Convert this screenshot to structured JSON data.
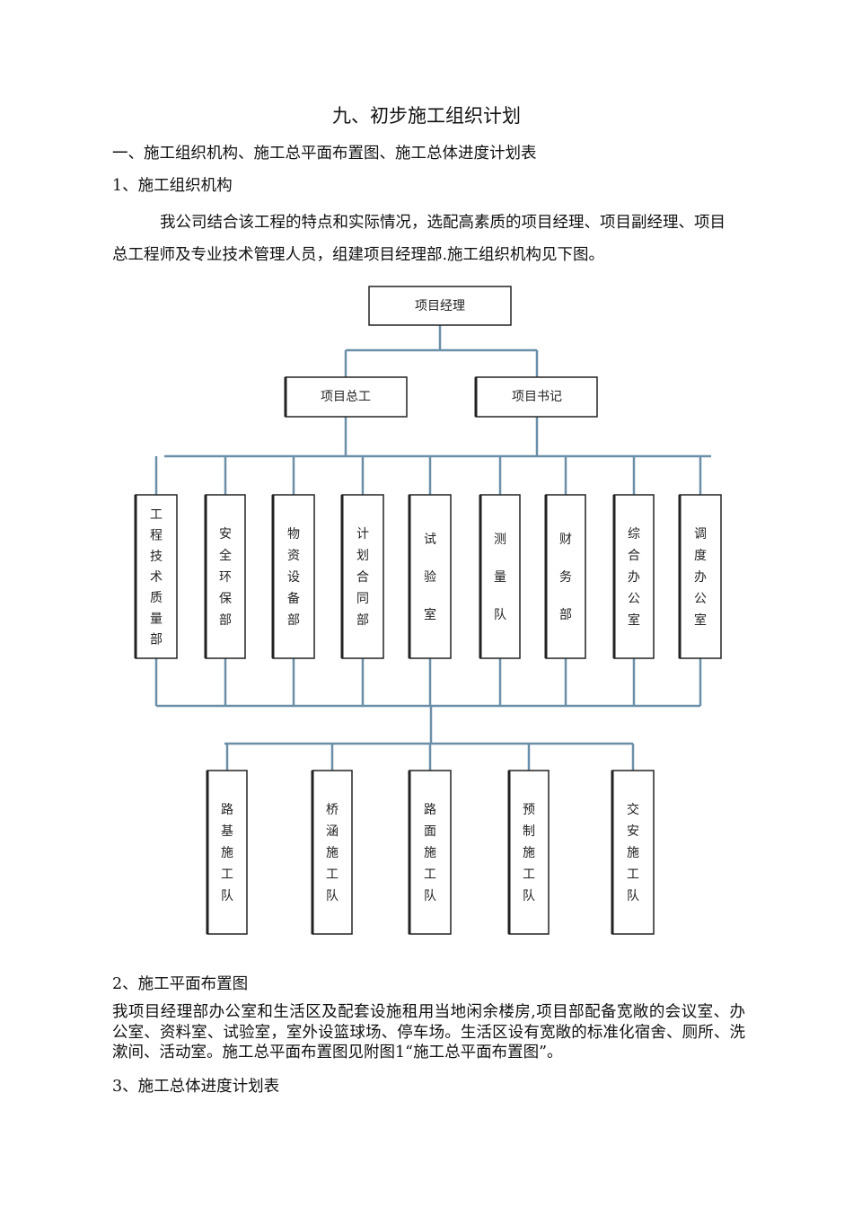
{
  "title": "九、初步施工组织计划",
  "section1_heading": "一、施工组织机构、施工总平面布置图、施工总体进度计划表",
  "section1_1_heading": "1、施工组织机构",
  "section1_1_text": "我公司结合该工程的特点和实际情况，选配高素质的项目经理、项目副经理、项目总工程师及专业技术管理人员，组建项目经理部.施工组织机构见下图。",
  "org_chart": {
    "top": "项目经理",
    "second": [
      "项目总工",
      "项目书记"
    ],
    "departments": [
      "工程技术质量部",
      "安全环保部",
      "物资设备部",
      "计划合同部",
      "试验室",
      "测量队",
      "财务部",
      "综合办公室",
      "调度办公室"
    ],
    "teams": [
      "路基施工队",
      "桥涵施工队",
      "路面施工队",
      "预制施工队",
      "交安施工队"
    ],
    "line_color": "#6b8fa8"
  },
  "section1_2_heading": "2、施工平面布置图",
  "section1_2_text": "我项目经理部办公室和生活区及配套设施租用当地闲余楼房,项目部配备宽敞的会议室、办公室、资料室、试验室，室外设篮球场、停车场。生活区设有宽敞的标准化宿舍、厕所、洗漱间、活动室。施工总平面布置图见附图1“施工总平面布置图”。",
  "section1_3_heading": "3、施工总体进度计划表"
}
